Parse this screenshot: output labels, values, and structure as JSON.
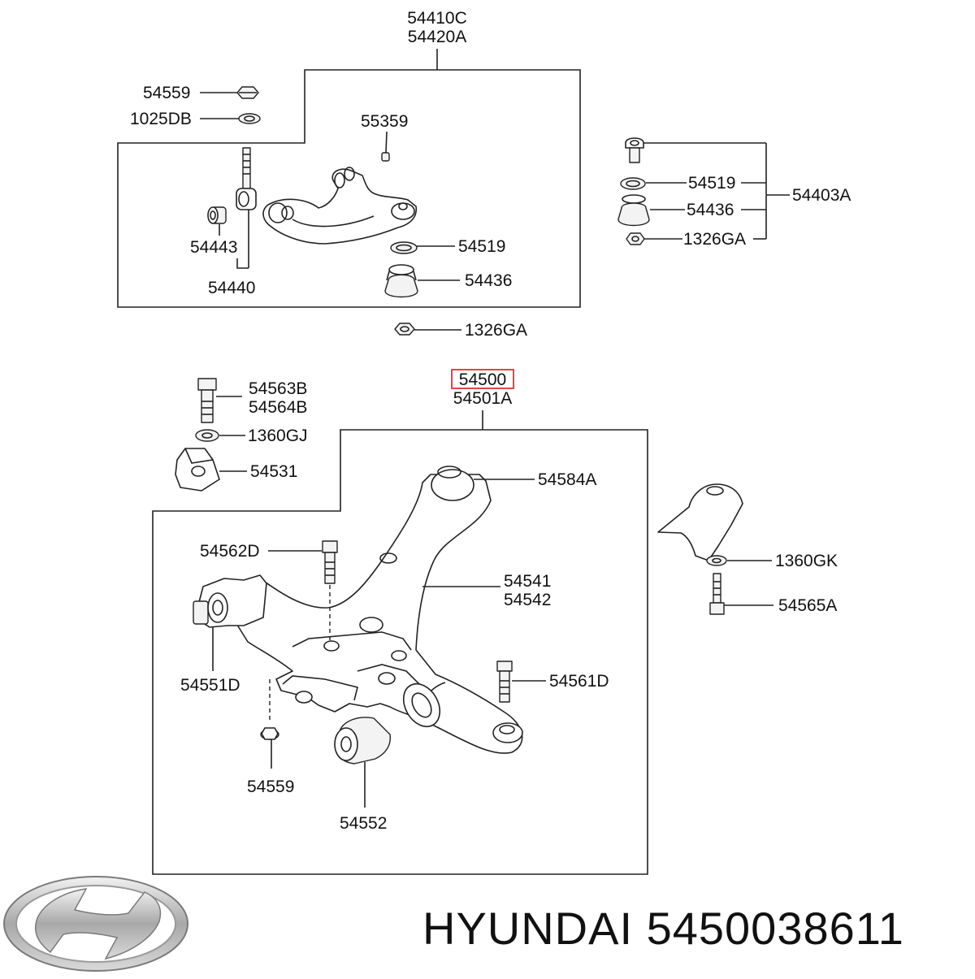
{
  "upper_arm": {
    "assembly_codes": [
      "54410C",
      "54420A"
    ],
    "labels": {
      "nut_top": "54559",
      "washer_top": "1025DB",
      "ball_stud": "55359",
      "bushing": "54443",
      "bushing_assy": "54440",
      "dust_ring": "54519",
      "boot": "54436",
      "nut_bottom": "1326GA"
    }
  },
  "ball_joint_kit": {
    "code": "54403A",
    "labels": {
      "dust_ring": "54519",
      "boot": "54436",
      "nut": "1326GA"
    }
  },
  "lower_arm": {
    "assembly_codes": [
      "54500",
      "54501A"
    ],
    "highlighted_code": "54500",
    "labels": {
      "bolt_top_a": "54563B",
      "bolt_top_b": "54564B",
      "washer_top": "1360GJ",
      "bracket": "54531",
      "bushing_top": "54584A",
      "bolt_left": "54562D",
      "arm_a": "54541",
      "arm_b": "54542",
      "front_bushing": "54551D",
      "bolt_right": "54561D",
      "nut": "54559",
      "rear_bushing": "54552"
    }
  },
  "knuckle": {
    "labels": {
      "washer": "1360GK",
      "bolt": "54565A"
    }
  },
  "footer": {
    "brand": "HYUNDAI",
    "part_number": "5450038611",
    "logo": "hyundai-logo-icon"
  },
  "colors": {
    "line": "#222222",
    "highlight": "#e03030",
    "logo_silver": "#b8b8b8"
  }
}
